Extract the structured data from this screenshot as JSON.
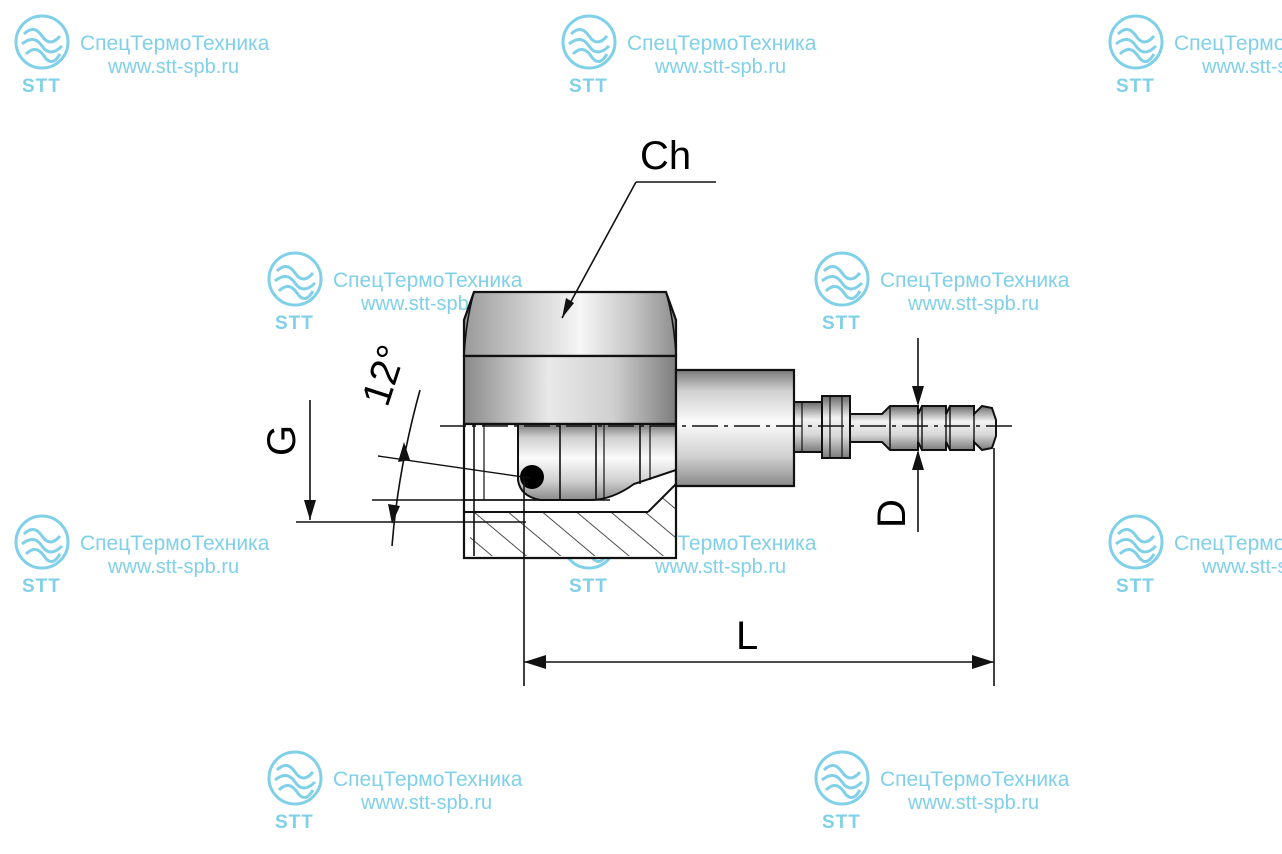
{
  "watermark": {
    "company": "СпецТермоТехника",
    "url": "www.stt-spb.ru",
    "abbr": "STT",
    "color": "#7fd0e8"
  },
  "labels": {
    "hex": "Ch",
    "thread": "G",
    "angle": "12°",
    "hose_diameter": "D",
    "length": "L"
  },
  "colors": {
    "metal_light": "#f4f4f4",
    "metal_mid": "#c8c8c8",
    "metal_dark": "#6e6e6e",
    "outline": "#111111"
  }
}
